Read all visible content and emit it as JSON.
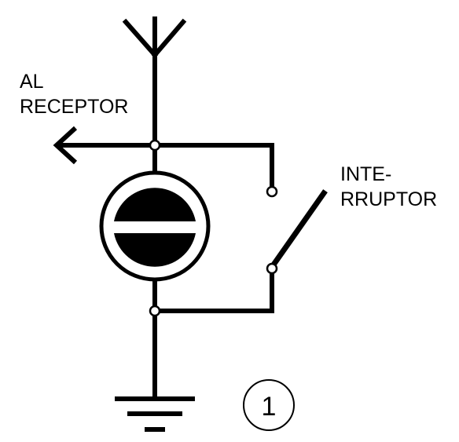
{
  "labels": {
    "receptor_line1": "AL",
    "receptor_line2": "RECEPTOR",
    "switch_line1": "INTE-",
    "switch_line2": "RRUPTOR",
    "figure_number": "1"
  },
  "colors": {
    "ink": "#000000",
    "paper": "#ffffff"
  }
}
